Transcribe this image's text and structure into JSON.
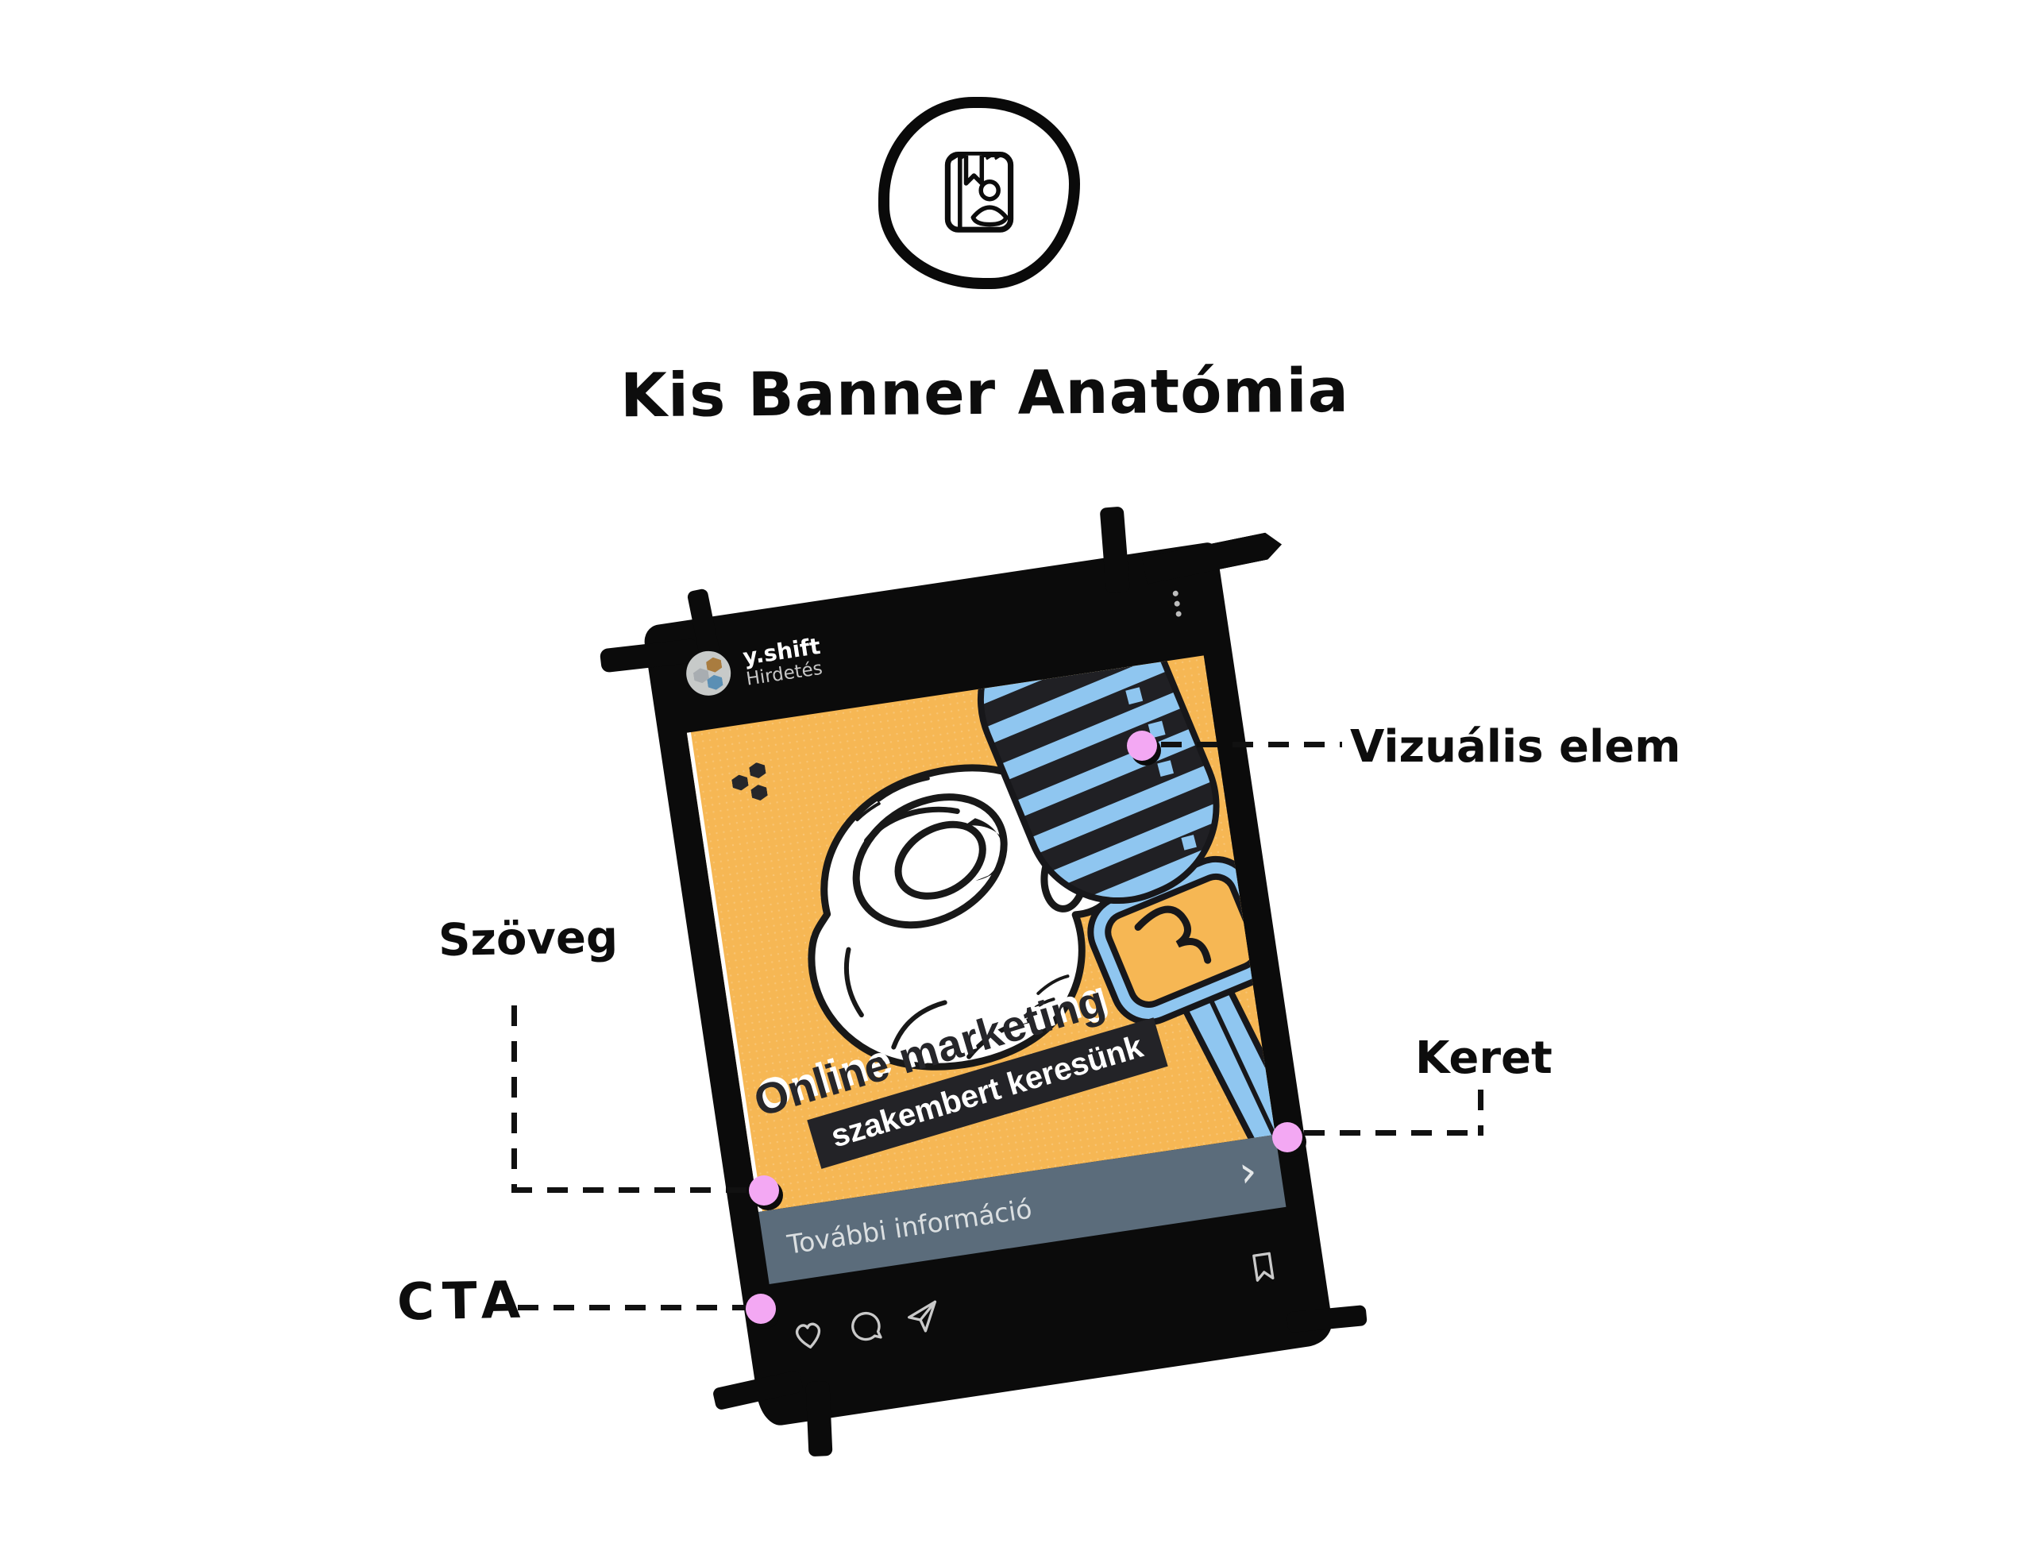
{
  "title": "Kis Banner Anatómia",
  "top_icon": "contact-book-icon",
  "post": {
    "username": "y.shift",
    "subtitle": "Hirdetés",
    "menu_icon": "kebab-menu-icon",
    "banner": {
      "headline": "Online marketing",
      "subheadline": "szakembert keresünk",
      "logo": "hexagon-cluster-logo",
      "illustration": "pointing-fist-and-retro-microphone"
    },
    "cta": {
      "label": "További információ",
      "chevron": "›"
    },
    "footer_icons": [
      "heart-icon",
      "comment-icon",
      "share-icon",
      "bookmark-icon"
    ]
  },
  "annotations": {
    "visual": {
      "label": "Vizuális elem"
    },
    "text": {
      "label": "Szöveg"
    },
    "frame": {
      "label": "Keret"
    },
    "cta": {
      "label": "CTA"
    }
  },
  "colors": {
    "banner_orange": "#F6B754",
    "cta_slate": "#5B6C7B",
    "marker_pink": "#F3A8F3",
    "mic_blue": "#8FC6F0",
    "frame_black": "#0B0B0B",
    "headline_dark": "#26262A"
  }
}
